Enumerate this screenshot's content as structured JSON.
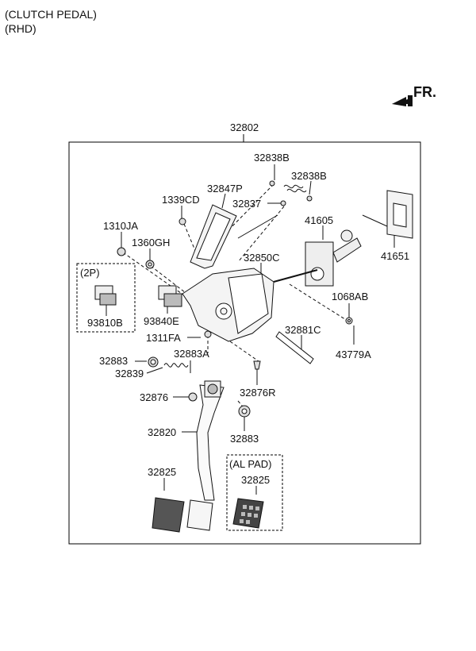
{
  "header": {
    "line1": "(CLUTCH PEDAL)",
    "line2": "(RHD)"
  },
  "direction": {
    "text": "FR."
  },
  "assembly_label": "32802",
  "inset_2p": {
    "title": "(2P)",
    "part": "93810B"
  },
  "inset_alpad": {
    "title": "(AL PAD)",
    "part": "32825"
  },
  "labels": {
    "p32838B_a": "32838B",
    "p32838B_b": "32838B",
    "p32847P": "32847P",
    "p1339CD": "1339CD",
    "p32837": "32837",
    "p41605": "41605",
    "p1310JA": "1310JA",
    "p1360GH": "1360GH",
    "p41651": "41651",
    "p32850C": "32850C",
    "p1068AB": "1068AB",
    "p93840E": "93840E",
    "p32881C": "32881C",
    "p1311FA": "1311FA",
    "p43779A": "43779A",
    "p32883A": "32883A",
    "p32883_a": "32883",
    "p32839": "32839",
    "p32876R": "32876R",
    "p32876": "32876",
    "p32883_b": "32883",
    "p32820": "32820",
    "p32825": "32825"
  },
  "colors": {
    "line": "#111111",
    "shade": "#888888",
    "frame": "#000000"
  }
}
